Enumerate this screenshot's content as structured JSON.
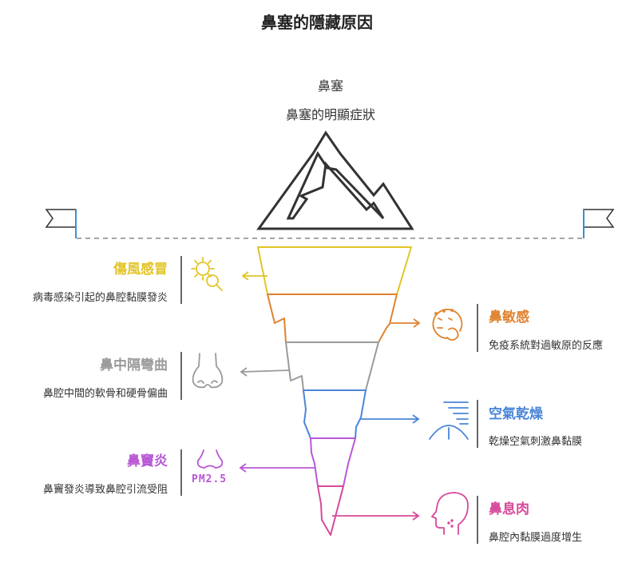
{
  "title": "鼻塞的隱藏原因",
  "iceberg": {
    "label": "鼻塞",
    "sublabel": "鼻塞的明顯症狀"
  },
  "causes": [
    {
      "title": "傷風感冒",
      "desc": "病毒感染引起的鼻腔黏膜發炎",
      "color": "#e2c526",
      "icon": "virus-magnifier-icon"
    },
    {
      "title": "鼻敏感",
      "desc": "免疫系統對過敏原的反應",
      "color": "#e0832f",
      "icon": "sneeze-face-icon"
    },
    {
      "title": "鼻中隔彎曲",
      "desc": "鼻腔中間的軟骨和硬骨偏曲",
      "color": "#9a9a9a",
      "icon": "nose-icon"
    },
    {
      "title": "空氣乾燥",
      "desc": "乾燥空氣刺激鼻黏膜",
      "color": "#4a86d8",
      "icon": "dry-air-icon"
    },
    {
      "title": "鼻竇炎",
      "desc": "鼻竇發炎導致鼻腔引流受阻",
      "color": "#b857d6",
      "icon": "nose-pm25-icon"
    },
    {
      "title": "鼻息肉",
      "desc": "鼻腔內黏膜過度增生",
      "color": "#d64a9a",
      "icon": "head-profile-icon"
    }
  ],
  "pm_label": "PM2.5"
}
